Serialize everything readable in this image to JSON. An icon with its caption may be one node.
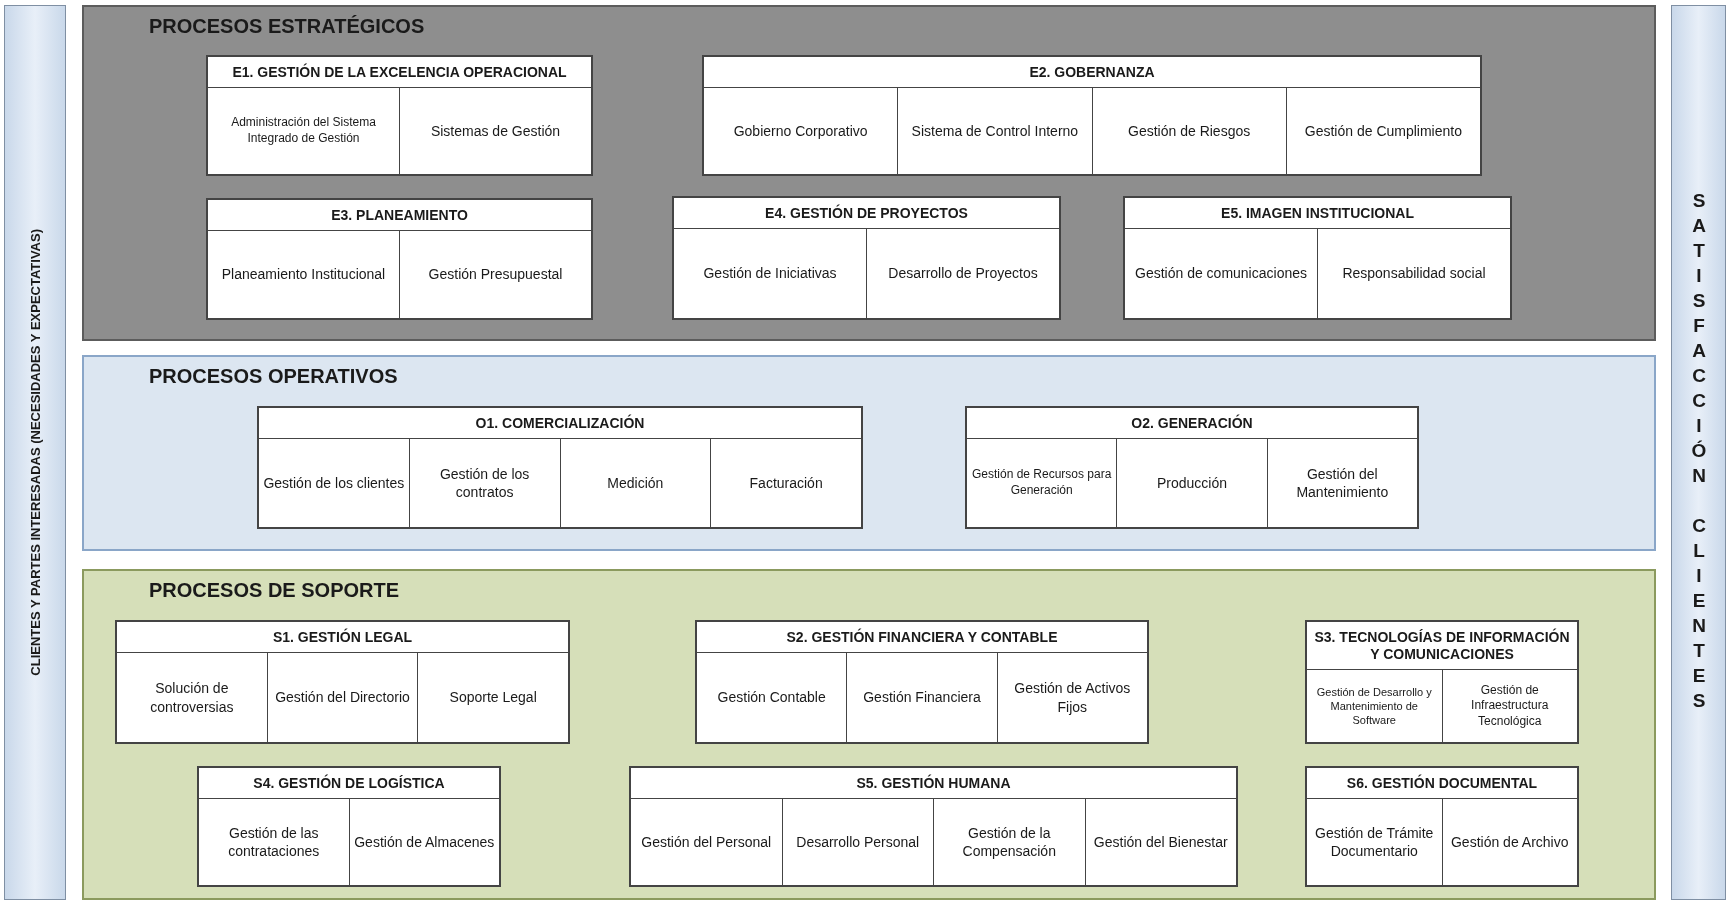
{
  "diagram": {
    "nodes": [
      {
        "text": [
          "CLIENTES Y PARTES INTERESADAS (NECESIDADES Y EXPECTATIVAS)"
        ]
      },
      {
        "text": [
          "PROCESOS ESTRATÉGICOS"
        ]
      },
      {
        "text": [
          "E1. GESTIÓN DE LA EXCELENCIA OPERACIONAL"
        ],
        "in": 1
      },
      {
        "text": [
          "Administración del Sistema Integrado de Gestión"
        ],
        "in": 2
      },
      {
        "text": [
          "Sistemas de Gestión"
        ],
        "in": 2
      },
      {
        "text": [
          "E2. GOBERNANZA"
        ],
        "in": 1
      },
      {
        "text": [
          "Gobierno Corporativo"
        ],
        "in": 5
      },
      {
        "text": [
          "Sistema de Control Interno"
        ],
        "in": 5
      },
      {
        "text": [
          "Gestión de Riesgos"
        ],
        "in": 5
      },
      {
        "text": [
          "Gestión de Cumplimiento"
        ],
        "in": 5
      },
      {
        "text": [
          "E3. PLANEAMIENTO"
        ],
        "in": 1
      },
      {
        "text": [
          "Planeamiento Institucional"
        ],
        "in": 10
      },
      {
        "text": [
          "Gestión Presupuestal"
        ],
        "in": 10
      },
      {
        "text": [
          "E4. GESTIÓN DE PROYECTOS"
        ],
        "in": 1
      },
      {
        "text": [
          "Gestión de Iniciativas"
        ],
        "in": 13
      },
      {
        "text": [
          "Desarrollo de Proyectos"
        ],
        "in": 13
      },
      {
        "text": [
          "E5. IMAGEN INSTITUCIONAL"
        ],
        "in": 1
      },
      {
        "text": [
          "Gestión de comunicaciones"
        ],
        "in": 16
      },
      {
        "text": [
          "Responsabilidad social"
        ],
        "in": 16
      },
      {
        "text": [
          "PROCESOS OPERATIVOS"
        ]
      },
      {
        "text": [
          "O1. COMERCIALIZACIÓN"
        ],
        "in": 19
      },
      {
        "text": [
          "Gestión de los clientes"
        ],
        "in": 20
      },
      {
        "text": [
          "Gestión de los contratos"
        ],
        "in": 20
      },
      {
        "text": [
          "Medición"
        ],
        "in": 20
      },
      {
        "text": [
          "Facturación"
        ],
        "in": 20
      },
      {
        "text": [
          "O2. GENERACIÓN"
        ],
        "in": 19
      },
      {
        "text": [
          "Gestión de Recursos para Generación"
        ],
        "in": 25
      },
      {
        "text": [
          "Producción"
        ],
        "in": 25
      },
      {
        "text": [
          "Gestión del Mantenimiento"
        ],
        "in": 25
      },
      {
        "text": [
          "PROCESOS DE SOPORTE"
        ]
      },
      {
        "text": [
          "S1. GESTIÓN LEGAL"
        ],
        "in": 29
      },
      {
        "text": [
          "Solución de controversias"
        ],
        "in": 30
      },
      {
        "text": [
          "Gestión del Directorio"
        ],
        "in": 30
      },
      {
        "text": [
          "Soporte Legal"
        ],
        "in": 30
      },
      {
        "text": [
          "S2. GESTIÓN FINANCIERA Y CONTABLE"
        ],
        "in": 29
      },
      {
        "text": [
          "Gestión Contable"
        ],
        "in": 34
      },
      {
        "text": [
          "Gestión Financiera"
        ],
        "in": 34
      },
      {
        "text": [
          "Gestión de Activos Fijos"
        ],
        "in": 34
      },
      {
        "text": [
          "S3. TECNOLOGÍAS DE INFORMACIÓN Y COMUNICACIONES"
        ],
        "in": 29
      },
      {
        "text": [
          "Gestión de Desarrollo y Mantenimiento de Software"
        ],
        "in": 38
      },
      {
        "text": [
          "Gestión de Infraestructura Tecnológica"
        ],
        "in": 38
      },
      {
        "text": [
          "S4. GESTIÓN DE LOGÍSTICA"
        ],
        "in": 29
      },
      {
        "text": [
          "Gestión de las contrataciones"
        ],
        "in": 41
      },
      {
        "text": [
          "Gestión de Almacenes"
        ],
        "in": 41
      },
      {
        "text": [
          "S5. GESTIÓN HUMANA"
        ],
        "in": 29
      },
      {
        "text": [
          "Gestión del Personal"
        ],
        "in": 44
      },
      {
        "text": [
          "Desarrollo Personal"
        ],
        "in": 44
      },
      {
        "text": [
          "Gestión de la Compensación"
        ],
        "in": 44
      },
      {
        "text": [
          "Gestión del Bienestar"
        ],
        "in": 44
      },
      {
        "text": [
          "S6. GESTIÓN DOCUMENTAL"
        ],
        "in": 29
      },
      {
        "text": [
          "Gestión de Trámite Documentario"
        ],
        "in": 49
      },
      {
        "text": [
          "Gestión de Archivo"
        ],
        "in": 49
      },
      {
        "text": [
          "SATISFACCIÓN CLIENTES"
        ]
      }
    ]
  }
}
